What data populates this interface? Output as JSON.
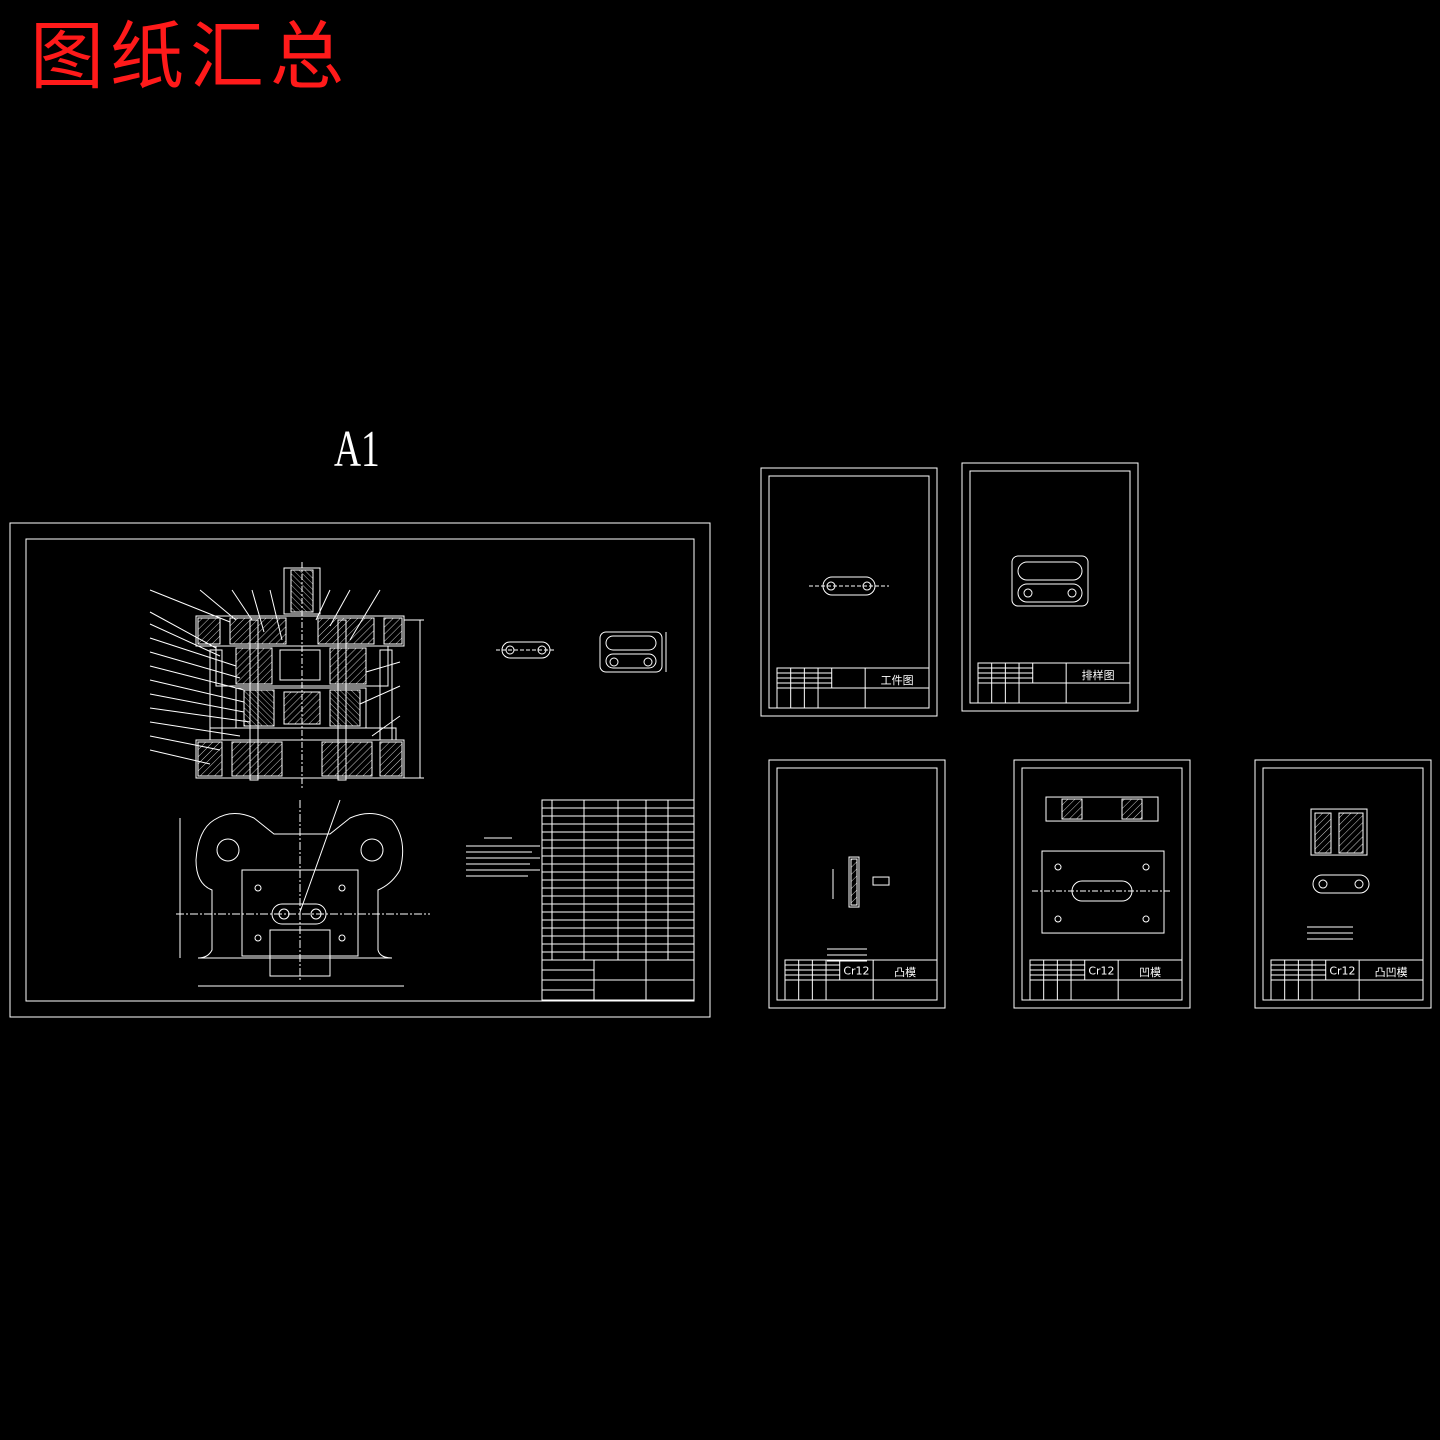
{
  "page": {
    "title": "图纸汇总",
    "main_sheet_label": "A1"
  },
  "colors": {
    "background": "#000000",
    "title": "#ff1a1a",
    "lines": "#ffffff",
    "hatch": "#ffffff"
  },
  "sheets": [
    {
      "id": "assembly",
      "material": "",
      "name": ""
    },
    {
      "id": "workpiece",
      "material": "",
      "name": "工件图"
    },
    {
      "id": "layout",
      "material": "",
      "name": "排样图"
    },
    {
      "id": "punch",
      "material": "Cr12",
      "name": "凸模"
    },
    {
      "id": "die",
      "material": "Cr12",
      "name": "凹模"
    },
    {
      "id": "punch-die",
      "material": "Cr12",
      "name": "凸凹模"
    }
  ]
}
